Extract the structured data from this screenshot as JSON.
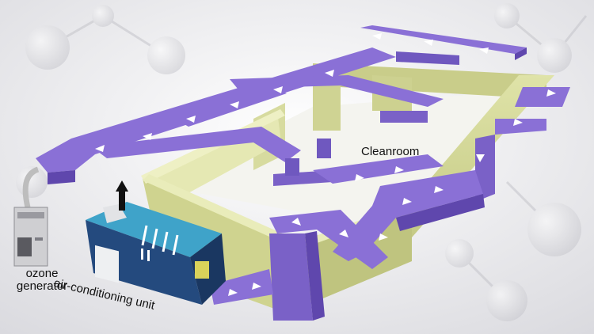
{
  "labels": {
    "cleanroom": "Cleanroom",
    "ozone_line1": "ozone",
    "ozone_line2": "generator",
    "ac_unit": "air-conditioning unit"
  },
  "colors": {
    "duct_top": "#8a70d6",
    "duct_side": "#5f47ad",
    "wall_face": "#d4d89a",
    "wall_top": "#e9ecb8",
    "unit_blue": "#244a7e",
    "unit_inner": "#3fa3c9",
    "arrow": "#ffffff",
    "flow_arrow": "#111111"
  }
}
